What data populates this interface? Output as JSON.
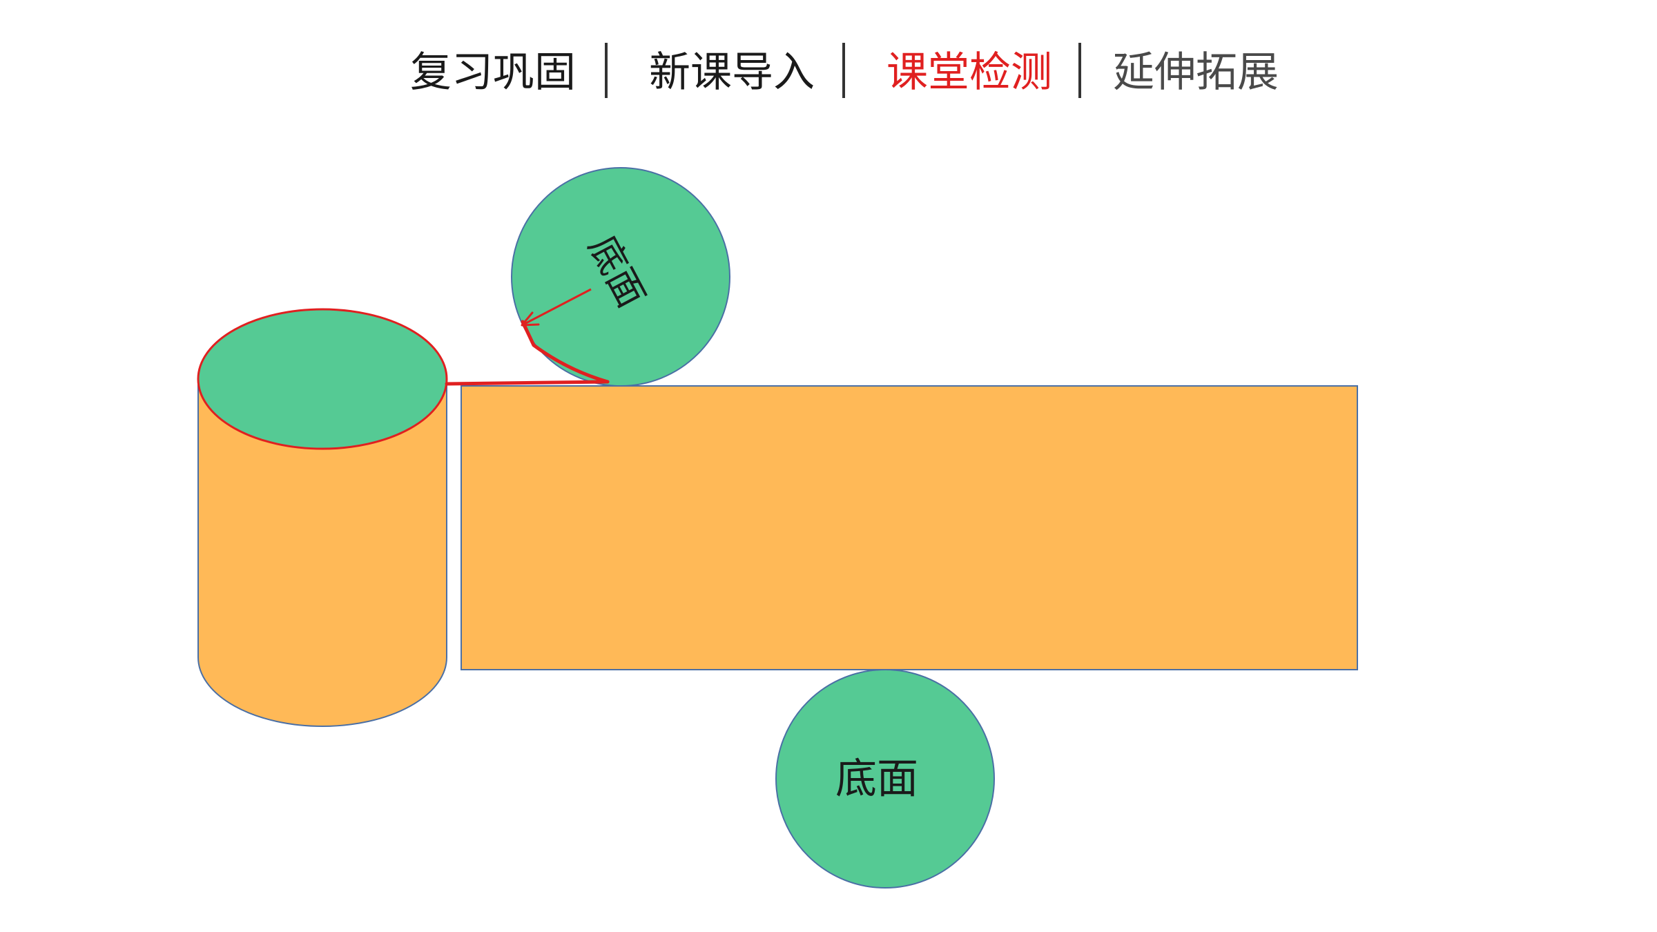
{
  "nav": {
    "items": [
      {
        "label": "复习巩固",
        "active": false
      },
      {
        "label": "新课导入",
        "active": false
      },
      {
        "label": "课堂检测",
        "active": true
      },
      {
        "label": "延伸拓展",
        "active": false
      }
    ]
  },
  "diagram": {
    "top_base_label": "底面",
    "bottom_base_label": "底面"
  },
  "colors": {
    "accent": "#e02020",
    "text": "#1a1a1a",
    "text_muted": "#4a4a4a",
    "separator": "#333333",
    "base_fill": "#55ca94",
    "side_fill": "#ffb957",
    "outline": "#4a6fa5",
    "highlight": "#e02020"
  }
}
